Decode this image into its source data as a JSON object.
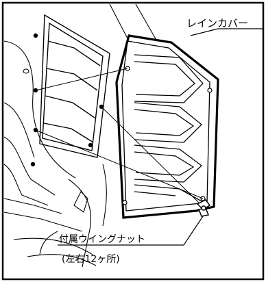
{
  "callouts": {
    "rain_cover": "レインカバー",
    "wing_nut": "付属ウイングナット",
    "wing_nut_note": "(左右12ヶ所)"
  }
}
